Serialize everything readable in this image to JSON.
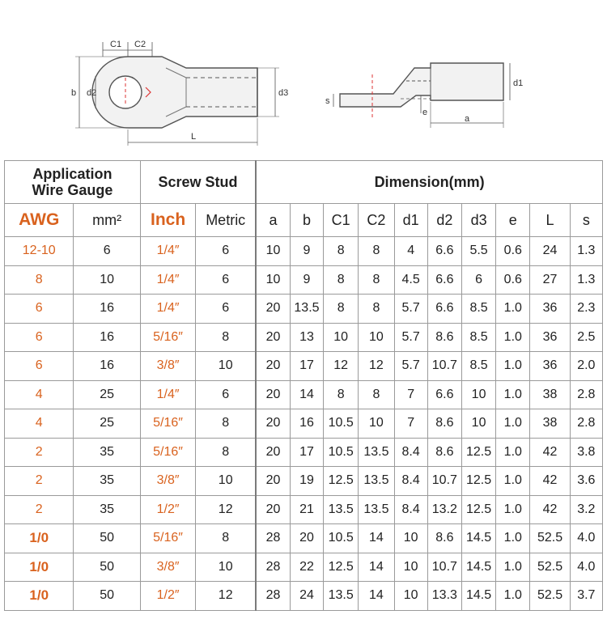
{
  "diagram": {
    "top_labels": {
      "c1": "C1",
      "c2": "C2",
      "b": "b",
      "d2": "d2",
      "d3": "d3",
      "L": "L"
    },
    "side_labels": {
      "s": "s",
      "e": "e",
      "d1": "d1",
      "a": "a"
    }
  },
  "table": {
    "header": {
      "application": "Application\nWire Gauge",
      "screw_stud": "Screw Stud",
      "dimension": "Dimension(mm)"
    },
    "subheader": {
      "awg": "AWG",
      "mm2": "mm²",
      "inch": "Inch",
      "metric": "Metric",
      "dims": [
        "a",
        "b",
        "C1",
        "C2",
        "d1",
        "d2",
        "d3",
        "e",
        "L",
        "s"
      ]
    },
    "rows": [
      {
        "awg": "12-10",
        "mm2": "6",
        "inch": "1/4″",
        "metric": "6",
        "dims": [
          "10",
          "9",
          "8",
          "8",
          "4",
          "6.6",
          "5.5",
          "0.6",
          "24",
          "1.3"
        ]
      },
      {
        "awg": "8",
        "mm2": "10",
        "inch": "1/4″",
        "metric": "6",
        "dims": [
          "10",
          "9",
          "8",
          "8",
          "4.5",
          "6.6",
          "6",
          "0.6",
          "27",
          "1.3"
        ]
      },
      {
        "awg": "6",
        "mm2": "16",
        "inch": "1/4″",
        "metric": "6",
        "dims": [
          "20",
          "13.5",
          "8",
          "8",
          "5.7",
          "6.6",
          "8.5",
          "1.0",
          "36",
          "2.3"
        ]
      },
      {
        "awg": "6",
        "mm2": "16",
        "inch": "5/16″",
        "metric": "8",
        "dims": [
          "20",
          "13",
          "10",
          "10",
          "5.7",
          "8.6",
          "8.5",
          "1.0",
          "36",
          "2.5"
        ]
      },
      {
        "awg": "6",
        "mm2": "16",
        "inch": "3/8″",
        "metric": "10",
        "dims": [
          "20",
          "17",
          "12",
          "12",
          "5.7",
          "10.7",
          "8.5",
          "1.0",
          "36",
          "2.0"
        ]
      },
      {
        "awg": "4",
        "mm2": "25",
        "inch": "1/4″",
        "metric": "6",
        "dims": [
          "20",
          "14",
          "8",
          "8",
          "7",
          "6.6",
          "10",
          "1.0",
          "38",
          "2.8"
        ]
      },
      {
        "awg": "4",
        "mm2": "25",
        "inch": "5/16″",
        "metric": "8",
        "dims": [
          "20",
          "16",
          "10.5",
          "10",
          "7",
          "8.6",
          "10",
          "1.0",
          "38",
          "2.8"
        ]
      },
      {
        "awg": "2",
        "mm2": "35",
        "inch": "5/16″",
        "metric": "8",
        "dims": [
          "20",
          "17",
          "10.5",
          "13.5",
          "8.4",
          "8.6",
          "12.5",
          "1.0",
          "42",
          "3.8"
        ]
      },
      {
        "awg": "2",
        "mm2": "35",
        "inch": "3/8″",
        "metric": "10",
        "dims": [
          "20",
          "19",
          "12.5",
          "13.5",
          "8.4",
          "10.7",
          "12.5",
          "1.0",
          "42",
          "3.6"
        ]
      },
      {
        "awg": "2",
        "mm2": "35",
        "inch": "1/2″",
        "metric": "12",
        "dims": [
          "20",
          "21",
          "13.5",
          "13.5",
          "8.4",
          "13.2",
          "12.5",
          "1.0",
          "42",
          "3.2"
        ]
      },
      {
        "awg": "1/0",
        "mm2": "50",
        "inch": "5/16″",
        "metric": "8",
        "dims": [
          "28",
          "20",
          "10.5",
          "14",
          "10",
          "8.6",
          "14.5",
          "1.0",
          "52.5",
          "4.0"
        ]
      },
      {
        "awg": "1/0",
        "mm2": "50",
        "inch": "3/8″",
        "metric": "10",
        "dims": [
          "28",
          "22",
          "12.5",
          "14",
          "10",
          "10.7",
          "14.5",
          "1.0",
          "52.5",
          "4.0"
        ]
      },
      {
        "awg": "1/0",
        "mm2": "50",
        "inch": "1/2″",
        "metric": "12",
        "dims": [
          "28",
          "24",
          "13.5",
          "14",
          "10",
          "13.3",
          "14.5",
          "1.0",
          "52.5",
          "3.7"
        ]
      }
    ]
  }
}
